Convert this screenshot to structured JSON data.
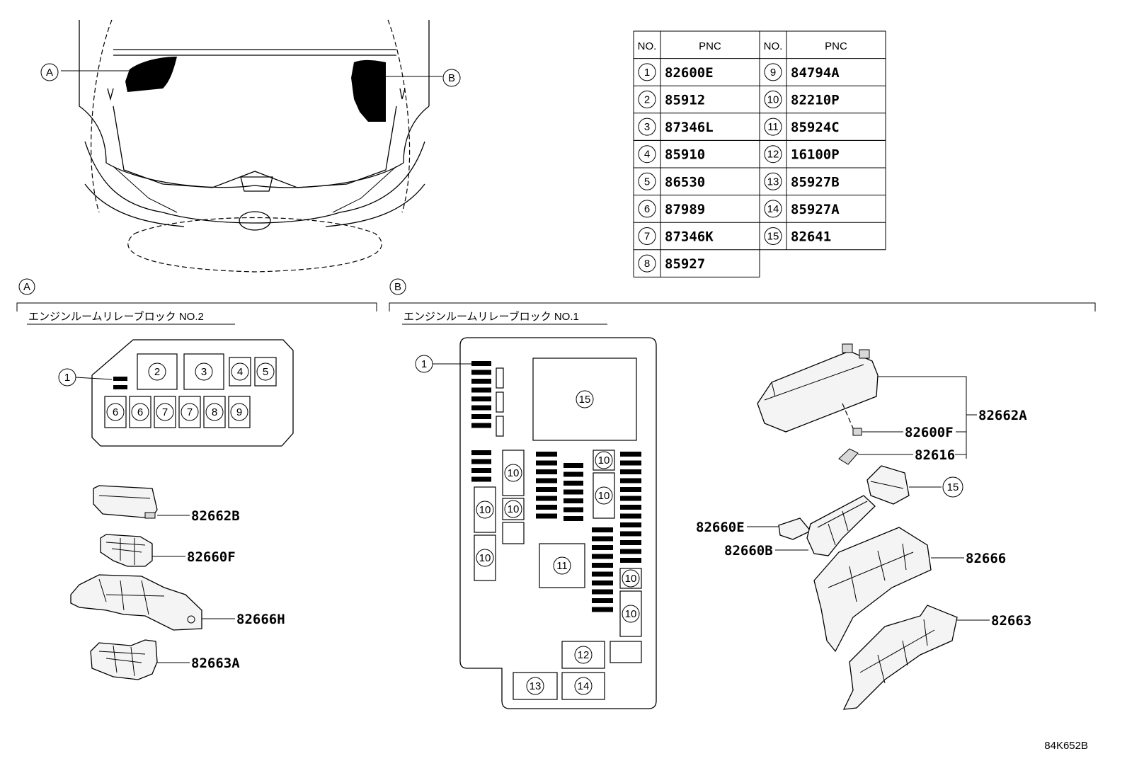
{
  "table": {
    "headers": [
      "NO.",
      "PNC",
      "NO.",
      "PNC"
    ],
    "rows": [
      {
        "no": "1",
        "pnc": "82600E",
        "no2": "9",
        "pnc2": "84794A"
      },
      {
        "no": "2",
        "pnc": "85912",
        "no2": "10",
        "pnc2": "82210P"
      },
      {
        "no": "3",
        "pnc": "87346L",
        "no2": "11",
        "pnc2": "85924C"
      },
      {
        "no": "4",
        "pnc": "85910",
        "no2": "12",
        "pnc2": "16100P"
      },
      {
        "no": "5",
        "pnc": "86530",
        "no2": "13",
        "pnc2": "85927B"
      },
      {
        "no": "6",
        "pnc": "87989",
        "no2": "14",
        "pnc2": "85927A"
      },
      {
        "no": "7",
        "pnc": "87346K",
        "no2": "15",
        "pnc2": "82641"
      },
      {
        "no": "8",
        "pnc": "85927",
        "no2": "",
        "pnc2": ""
      }
    ]
  },
  "markers": {
    "a": "A",
    "b": "B"
  },
  "sections": {
    "a_title": "エンジンルームリレーブロック NO.2",
    "b_title": "エンジンルームリレーブロック NO.1"
  },
  "block_a_callouts": [
    "1",
    "2",
    "3",
    "4",
    "5",
    "6",
    "6",
    "7",
    "7",
    "8",
    "9"
  ],
  "block_b_callouts": {
    "c1": "1",
    "c15": "15",
    "c11": "11",
    "c12": "12",
    "c13": "13",
    "c14": "14",
    "c10": [
      "10",
      "10",
      "10",
      "10",
      "10",
      "10",
      "10",
      "10"
    ]
  },
  "parts_a": [
    "82662B",
    "82660F",
    "82666H",
    "82663A"
  ],
  "parts_b": {
    "p1": "82662A",
    "p2": "82600F",
    "p3": "82616",
    "p4": "15",
    "p5": "82660E",
    "p6": "82660B",
    "p7": "82666",
    "p8": "82663"
  },
  "illustration_id": "84K652B"
}
